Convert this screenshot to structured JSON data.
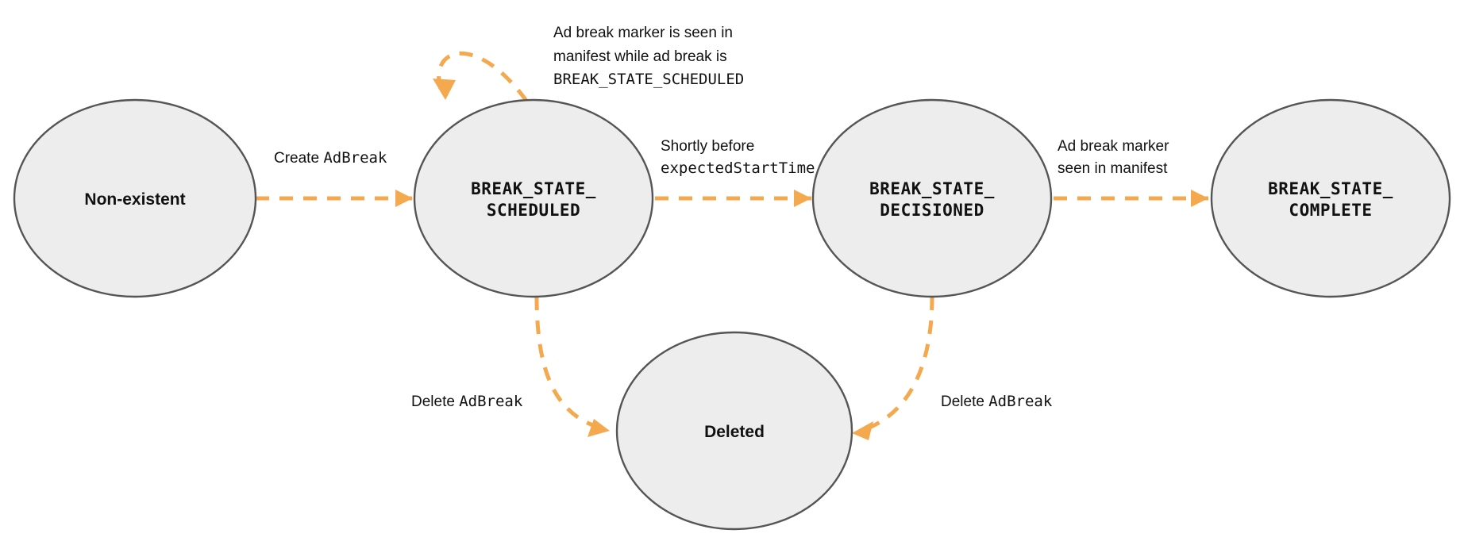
{
  "diagram": {
    "title": "AdBreak state machine",
    "colors": {
      "node_fill": "#ededed",
      "node_stroke": "#555555",
      "edge": "#f5a94e",
      "text": "#111111",
      "background": "#ffffff"
    },
    "nodes": [
      {
        "id": "non-existent",
        "label_line1": "Non-existent",
        "label_line2": "",
        "style": "sans"
      },
      {
        "id": "scheduled",
        "label_line1": "BREAK_STATE_",
        "label_line2": "SCHEDULED",
        "style": "mono"
      },
      {
        "id": "decisioned",
        "label_line1": "BREAK_STATE_",
        "label_line2": "DECISIONED",
        "style": "mono"
      },
      {
        "id": "complete",
        "label_line1": "BREAK_STATE_",
        "label_line2": "COMPLETE",
        "style": "mono"
      },
      {
        "id": "deleted",
        "label_line1": "Deleted",
        "label_line2": "",
        "style": "sans"
      }
    ],
    "edges": [
      {
        "id": "create",
        "from": "non-existent",
        "to": "scheduled",
        "label_lines": [
          [
            {
              "text": "Create ",
              "font": "sans"
            },
            {
              "text": "AdBreak",
              "font": "mono"
            }
          ]
        ]
      },
      {
        "id": "self-loop-scheduled",
        "from": "scheduled",
        "to": "scheduled",
        "label_lines": [
          [
            {
              "text": "Ad break marker is seen in",
              "font": "sans"
            }
          ],
          [
            {
              "text": "manifest while ad break is",
              "font": "sans"
            }
          ],
          [
            {
              "text": "BREAK_STATE_SCHEDULED",
              "font": "mono"
            }
          ]
        ]
      },
      {
        "id": "scheduled-to-decisioned",
        "from": "scheduled",
        "to": "decisioned",
        "label_lines": [
          [
            {
              "text": "Shortly before",
              "font": "sans"
            }
          ],
          [
            {
              "text": "expectedStartTime",
              "font": "mono"
            }
          ]
        ]
      },
      {
        "id": "decisioned-to-complete",
        "from": "decisioned",
        "to": "complete",
        "label_lines": [
          [
            {
              "text": "Ad break marker",
              "font": "sans"
            }
          ],
          [
            {
              "text": "seen in manifest",
              "font": "sans"
            }
          ]
        ]
      },
      {
        "id": "scheduled-to-deleted",
        "from": "scheduled",
        "to": "deleted",
        "label_lines": [
          [
            {
              "text": "Delete ",
              "font": "sans"
            },
            {
              "text": "AdBreak",
              "font": "mono"
            }
          ]
        ]
      },
      {
        "id": "decisioned-to-deleted",
        "from": "decisioned",
        "to": "deleted",
        "label_lines": [
          [
            {
              "text": "Delete ",
              "font": "sans"
            },
            {
              "text": "AdBreak",
              "font": "mono"
            }
          ]
        ]
      }
    ]
  }
}
